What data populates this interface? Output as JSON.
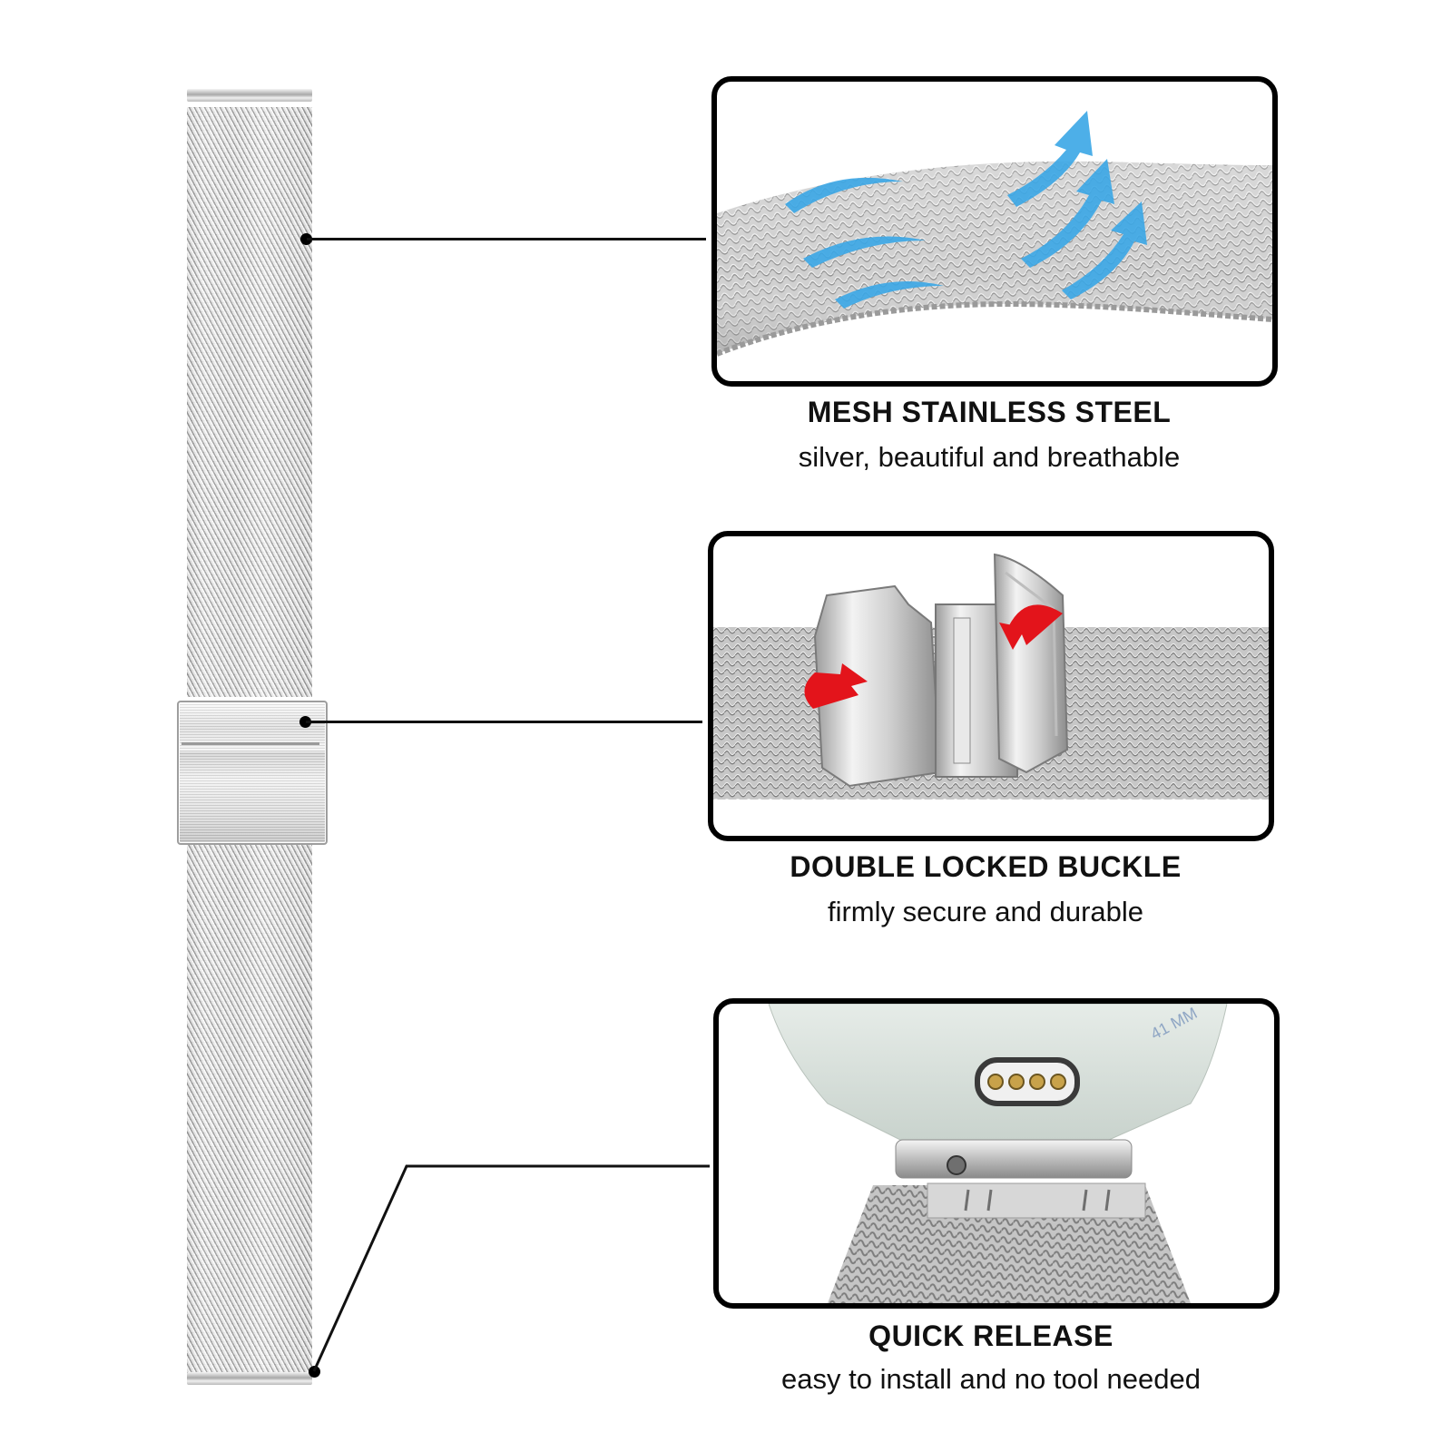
{
  "features": [
    {
      "title": "MESH STAINLESS STEEL",
      "subtitle": "silver, beautiful and breathable"
    },
    {
      "title": "DOUBLE LOCKED BUCKLE",
      "subtitle": "firmly secure and durable"
    },
    {
      "title": "QUICK RELEASE",
      "subtitle": "easy to install and no tool needed"
    }
  ],
  "colors": {
    "frame_border": "#000000",
    "airflow_arrows": "#3aa6e6",
    "buckle_arrows": "#e3141b",
    "steel": "#c8c8c8"
  },
  "watch_case_text": "41 MM"
}
